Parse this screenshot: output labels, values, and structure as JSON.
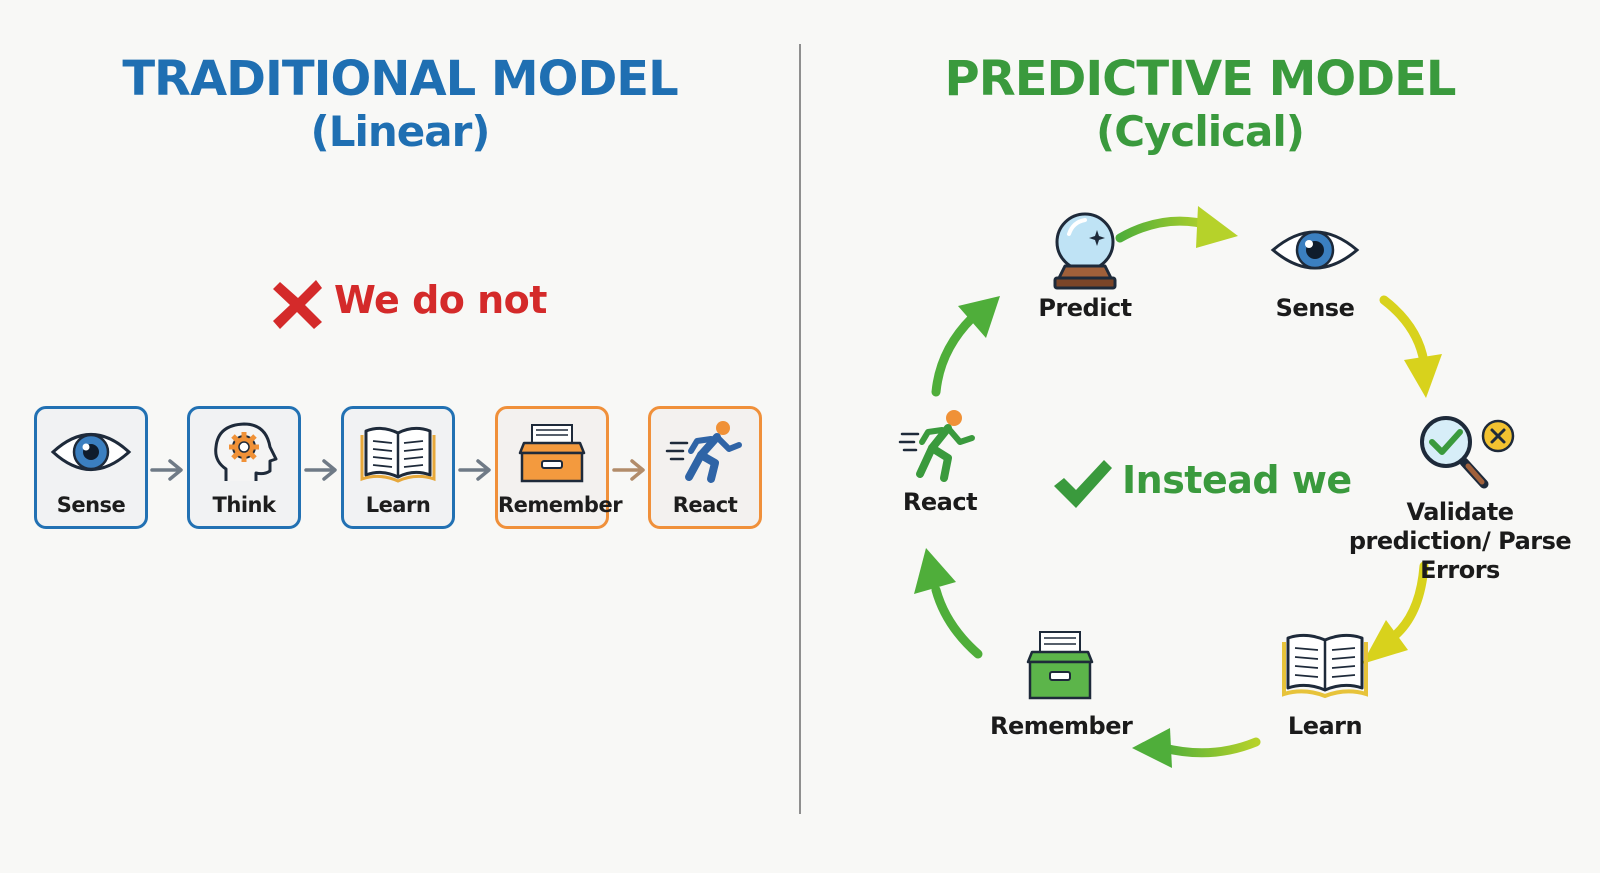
{
  "left": {
    "title_line1": "TRADITIONAL MODEL",
    "title_line2": "(Linear)",
    "status_text": "We do not",
    "steps": [
      {
        "label": "Sense",
        "icon": "eye-icon",
        "style": "blue"
      },
      {
        "label": "Think",
        "icon": "head-gear-icon",
        "style": "blue"
      },
      {
        "label": "Learn",
        "icon": "book-icon",
        "style": "blue"
      },
      {
        "label": "Remember",
        "icon": "file-box-icon",
        "style": "orange"
      },
      {
        "label": "React",
        "icon": "running-person-icon",
        "style": "orange"
      }
    ]
  },
  "right": {
    "title_line1": "PREDICTIVE MODEL",
    "title_line2": "(Cyclical)",
    "status_text": "Instead we",
    "steps": [
      {
        "label": "Predict",
        "icon": "crystal-ball-icon"
      },
      {
        "label": "Sense",
        "icon": "eye-icon"
      },
      {
        "label": "Validate prediction/ Parse Errors",
        "icon": "magnifier-check-icon"
      },
      {
        "label": "Learn",
        "icon": "book-icon"
      },
      {
        "label": "Remember",
        "icon": "file-box-icon"
      },
      {
        "label": "React",
        "icon": "running-person-icon"
      }
    ]
  },
  "colors": {
    "traditional_blue": "#1f6fb2",
    "predictive_green": "#3a9a3d",
    "cross_red": "#d42a2a",
    "box_blue_border": "#2271b3",
    "box_orange_border": "#f0903a",
    "arrow_green": "#4fae3a",
    "arrow_yellow": "#d8d21c"
  }
}
